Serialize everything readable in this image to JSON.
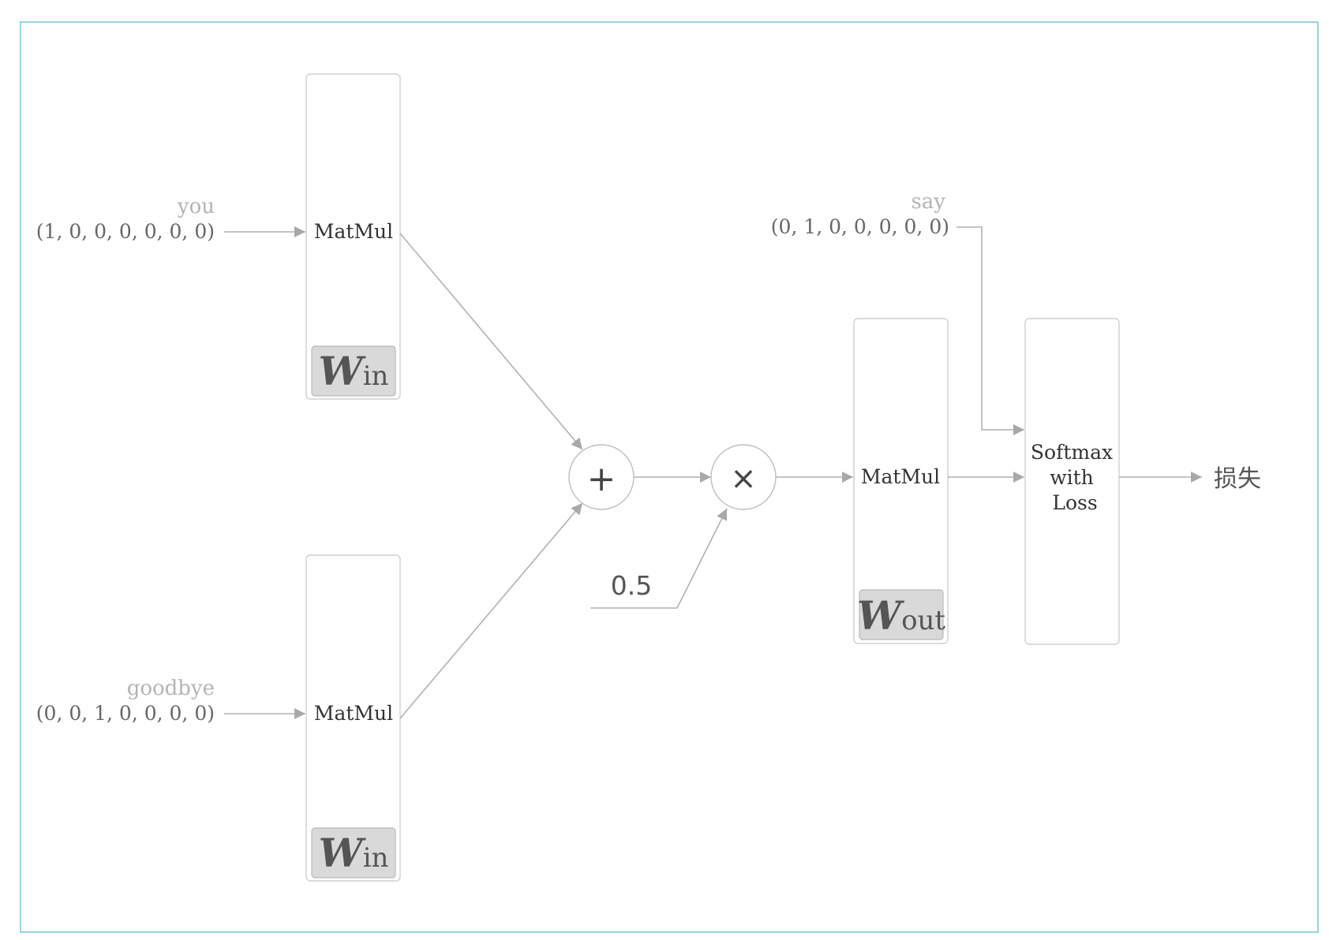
{
  "inputs": [
    {
      "word": "you",
      "vector": "(1, 0, 0, 0, 0, 0, 0)"
    },
    {
      "word": "goodbye",
      "vector": "(0, 0, 1, 0, 0, 0, 0)"
    }
  ],
  "target": {
    "word": "say",
    "vector": "(0, 1, 0, 0, 0, 0, 0)"
  },
  "layers": {
    "matmul_in_1": "MatMul",
    "matmul_in_2": "MatMul",
    "matmul_out": "MatMul",
    "w_in_main": "W",
    "w_in_sub": "in",
    "w_out_main": "W",
    "w_out_sub": "out",
    "softmax_line1": "Softmax",
    "softmax_line2": "with",
    "softmax_line3": "Loss"
  },
  "ops": {
    "add": "+",
    "multiply": "×",
    "scale": "0.5"
  },
  "output": {
    "label": "损失"
  },
  "colors": {
    "frame": "#7ec8de",
    "edge": "#b0b0b0",
    "weight_fill": "#d9d9d9"
  }
}
